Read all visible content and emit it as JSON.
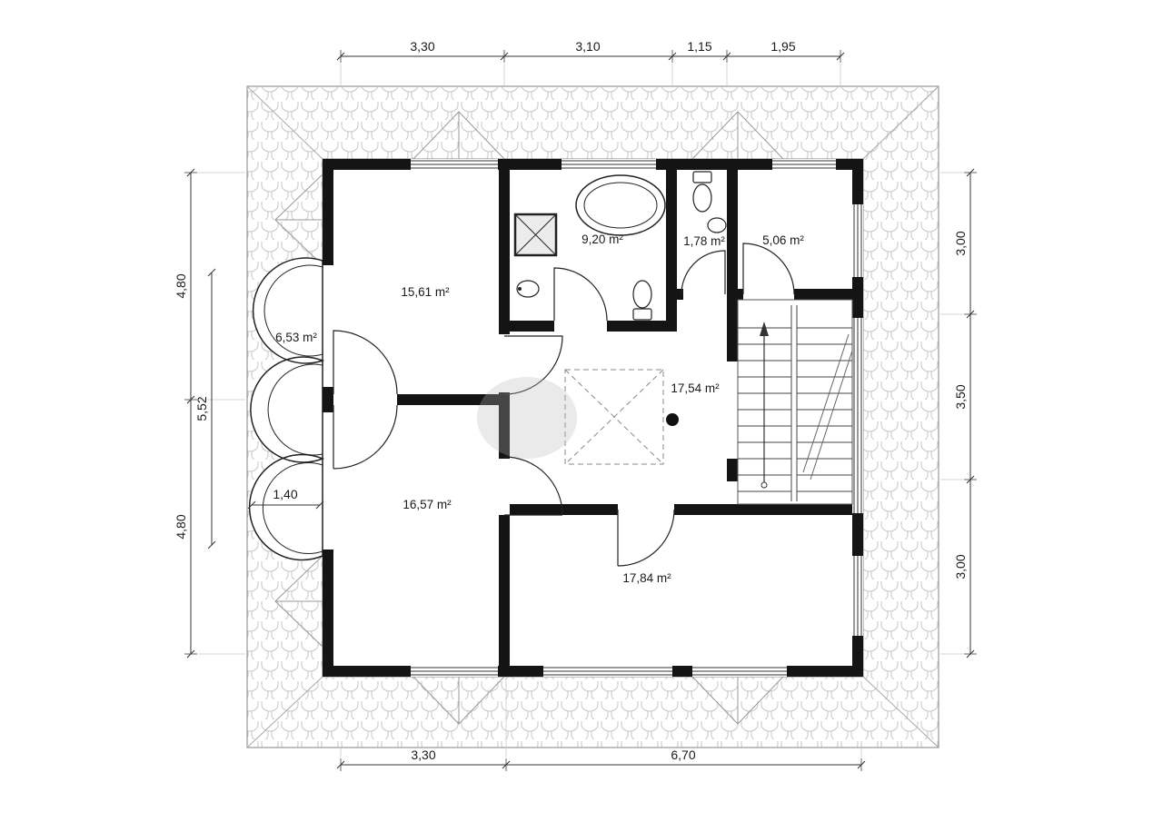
{
  "plan": {
    "kind": "attic-floor-plan",
    "rooms": [
      {
        "name": "room-top-left",
        "label": "15,61 m²"
      },
      {
        "name": "bay-room",
        "label": "6,53 m²"
      },
      {
        "name": "bathroom",
        "label": "9,20 m²"
      },
      {
        "name": "wc",
        "label": "1,78 m²"
      },
      {
        "name": "room-top-right",
        "label": "5,06 m²"
      },
      {
        "name": "hall",
        "label": "17,54 m²"
      },
      {
        "name": "room-bottom-left",
        "label": "16,57 m²"
      },
      {
        "name": "room-bottom",
        "label": "17,84 m²"
      }
    ],
    "dimensions": {
      "top": [
        "3,30",
        "3,10",
        "1,15",
        "1,95"
      ],
      "bottom": [
        "3,30",
        "6,70"
      ],
      "left_outer": [
        "4,80",
        "4,80"
      ],
      "left_inner": [
        "5,52"
      ],
      "bay_width": "1,40",
      "right": [
        "3,00",
        "3,50",
        "3,00"
      ]
    },
    "colors": {
      "wall": "#141414",
      "roof_hatch": "#c6c6c6",
      "line": "#333333"
    }
  }
}
